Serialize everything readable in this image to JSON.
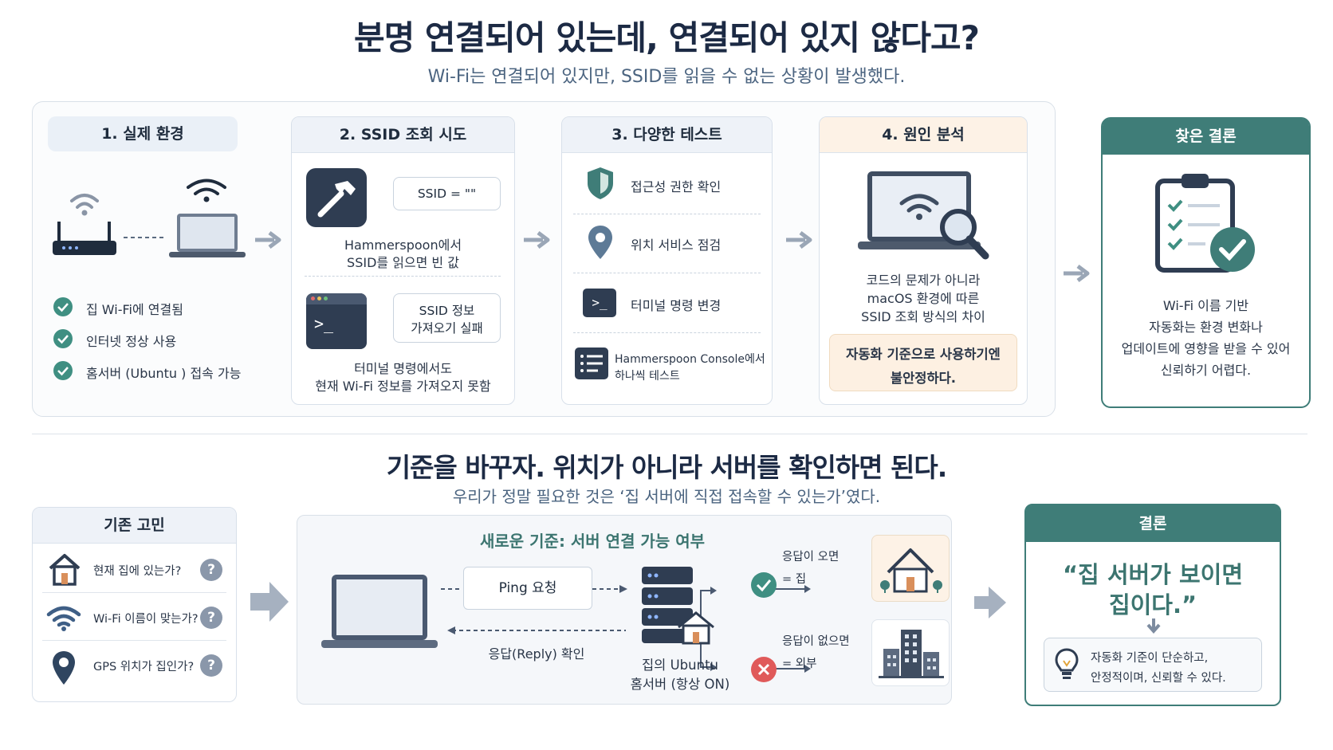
{
  "header": {
    "title": "분명 연결되어 있는데, 연결되어 있지 않다고?",
    "subtitle": "Wi-Fi는 연결되어 있지만, SSID를 읽을 수 없는 상황이 발생했다."
  },
  "steps": {
    "env": {
      "title": "1. 실제 환경",
      "checks": [
        "집 Wi-Fi에 연결됨",
        "인터넷 정상 사용",
        "홈서버 (Ubuntu ) 접속 가능"
      ]
    },
    "ssid": {
      "title": "2. SSID 조회 시도",
      "bubble1": "SSID = \"\"",
      "caption1_line1": "Hammerspoon에서",
      "caption1_line2": "SSID를 읽으면 빈 값",
      "bubble2_line1": "SSID 정보",
      "bubble2_line2": "가져오기 실패",
      "caption2_line1": "터미널 명령에서도",
      "caption2_line2": "현재 Wi-Fi 정보를 가져오지 못함",
      "terminal_prompt": ">_"
    },
    "tests": {
      "title": "3. 다양한 테스트",
      "items": [
        "접근성 권한 확인",
        "위치 서비스 점검",
        "터미널 명령 변경"
      ],
      "last_line1": "Hammerspoon Console에서",
      "last_line2": "하나씩 테스트",
      "terminal_prompt": ">_"
    },
    "analysis": {
      "title": "4. 원인 분석",
      "line1": "코드의 문제가 아니라",
      "line2": "macOS 환경에 따른",
      "line3": "SSID 조회 방식의 차이",
      "note_line1": "자동화 기준으로 사용하기엔",
      "note_line2": "불안정하다."
    },
    "conclusion": {
      "title": "찾은 결론",
      "line1": "Wi-Fi 이름 기반",
      "line2": "자동화는 환경 변화나",
      "line3": "업데이트에 영향을 받을 수 있어",
      "line4": "신뢰하기 어렵다."
    }
  },
  "section2": {
    "title": "기준을 바꾸자. 위치가 아니라 서버를 확인하면 된다.",
    "subtitle": "우리가 정말 필요한 것은 ‘집 서버에 직접 접속할 수 있는가’였다."
  },
  "old": {
    "title": "기존 고민",
    "items": [
      "현재 집에 있는가?",
      "Wi-Fi 이름이 맞는가?",
      "GPS 위치가 집인가?"
    ],
    "q": "?"
  },
  "new": {
    "title": "새로운 기준: 서버 연결 가능 여부",
    "ping": "Ping 요청",
    "reply": "응답(Reply) 확인",
    "server_line1": "집의 Ubuntu",
    "server_line2": "홈서버 (항상 ON)",
    "yes_line1": "응답이 오면",
    "yes_line2": "= 집",
    "no_line1": "응답이 없으면",
    "no_line2": "= 외부"
  },
  "final": {
    "title": "결론",
    "quote_line1": "“집 서버가 보이면",
    "quote_line2": "집이다.”",
    "note_line1": "자동화 기준이 단순하고,",
    "note_line2": "안정적이며, 신뢰할 수 있다."
  },
  "colors": {
    "teal": "#3f7d78",
    "navy": "#1c2a44",
    "check_green": "#3f8f82",
    "red": "#e05a5a",
    "orange_head": "#fdf2e6"
  }
}
